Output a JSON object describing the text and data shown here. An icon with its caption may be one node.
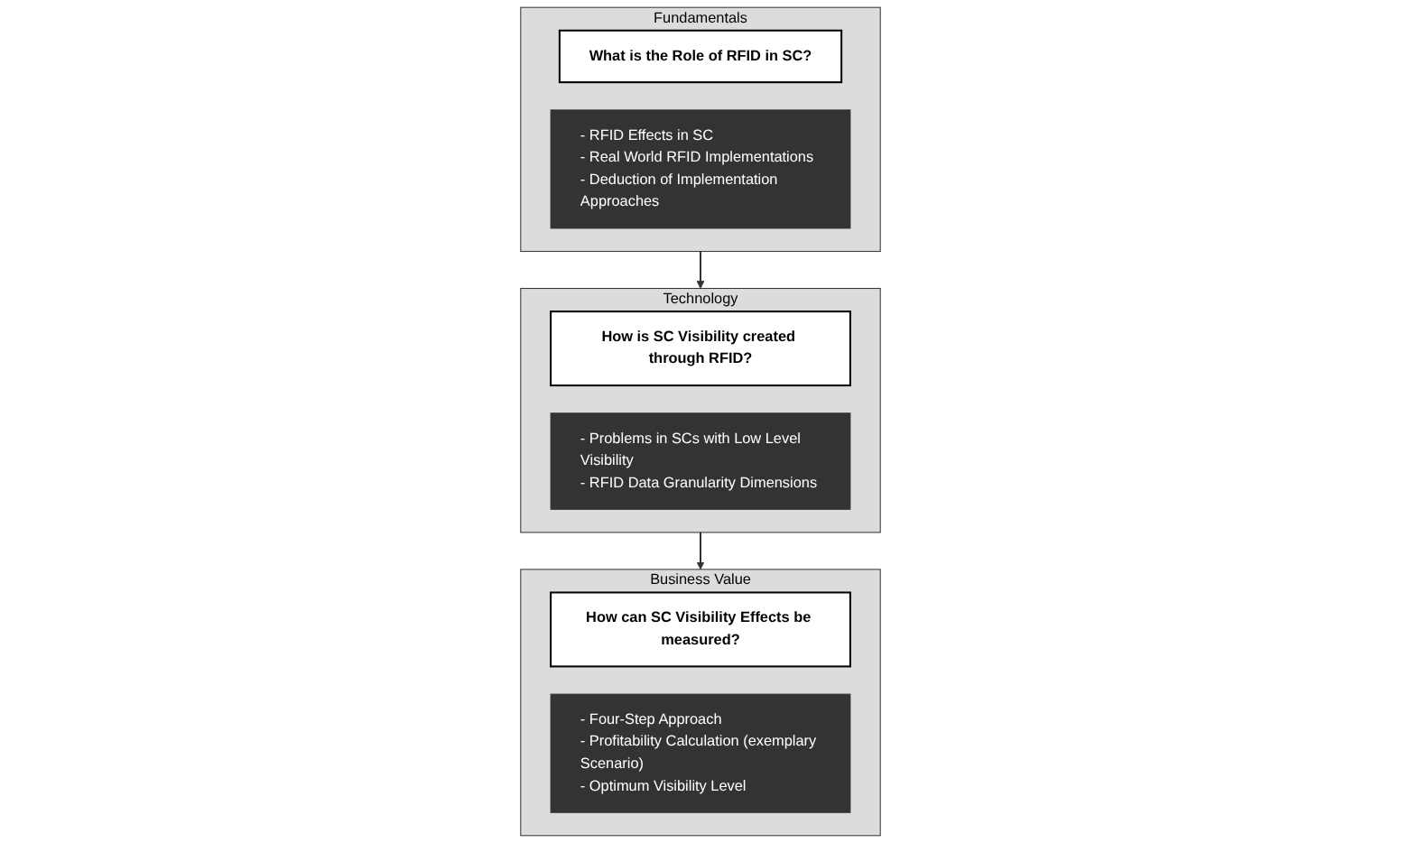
{
  "diagram": {
    "nodes": [
      {
        "text": [
          "Fundamentals"
        ]
      },
      {
        "text": [
          "What is the Role of RFID in SC?"
        ],
        "in": 0
      },
      {
        "text": [
          "- RFID Effects in SC",
          "- Real World RFID Implementations",
          "- Deduction of Implementation Approaches"
        ],
        "in": 0
      },
      {
        "text": [
          "Technology"
        ]
      },
      {
        "text": [
          "How is SC Visibility created through RFID?"
        ],
        "in": 3
      },
      {
        "text": [
          "- Problems in SCs with Low Level Visibility",
          "- RFID Data Granularity Dimensions"
        ],
        "in": 3
      },
      {
        "text": [
          "Business Value"
        ]
      },
      {
        "text": [
          "How can SC Visibility Effects be measured?"
        ],
        "in": 6
      },
      {
        "text": [
          "- Four-Step Approach",
          "- Profitability Calculation (exemplary Scenario)",
          "- Optimum Visibility Level"
        ],
        "in": 6
      }
    ],
    "edges": [
      {
        "from": 0,
        "to": 3,
        "arrow": "to"
      },
      {
        "from": 3,
        "to": 6,
        "arrow": "to"
      }
    ]
  }
}
